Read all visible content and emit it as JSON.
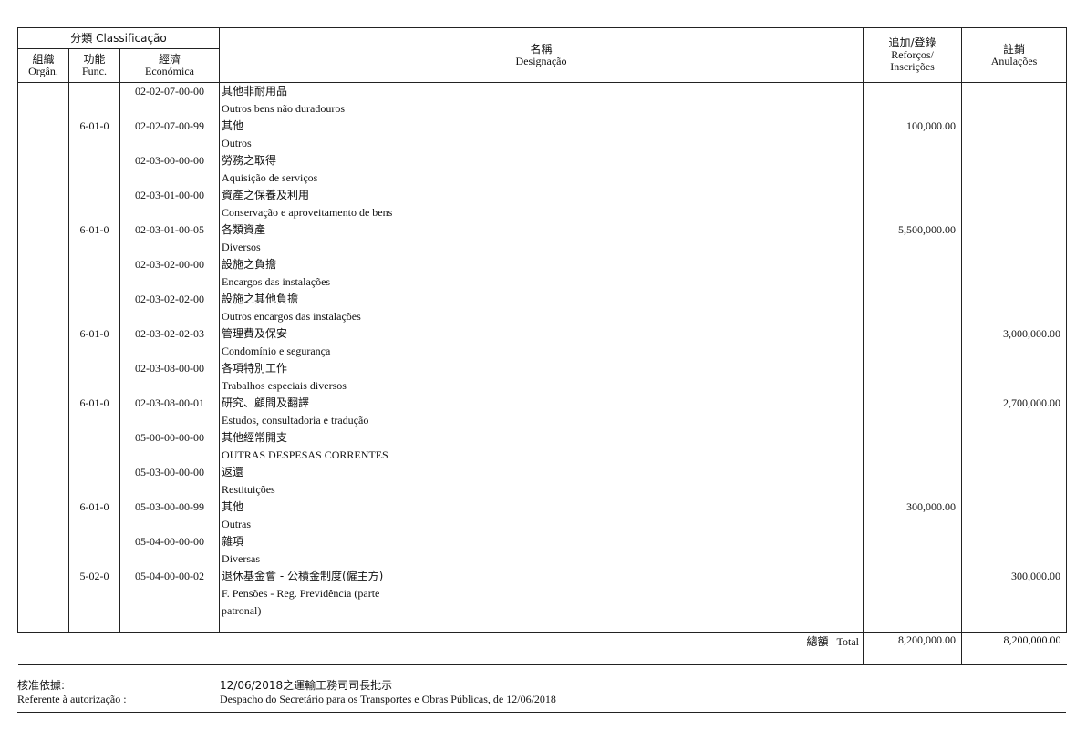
{
  "header": {
    "classification": "分類 Classificação",
    "organ_zh": "組織",
    "organ_pt": "Orgân.",
    "func_zh": "功能",
    "func_pt": "Func.",
    "econ_zh": "經濟",
    "econ_pt": "Económica",
    "desig_zh": "名稱",
    "desig_pt": "Designação",
    "reinf_zh": "追加/登錄",
    "reinf_pt1": "Reforços/",
    "reinf_pt2": "Inscrições",
    "annul_zh": "註銷",
    "annul_pt": "Anulações"
  },
  "rows": [
    {
      "func": "",
      "code": "02-02-07-00-00",
      "zh": "其他非耐用品",
      "pt": "Outros bens não duradouros",
      "reinf": "",
      "annul": ""
    },
    {
      "func": "6-01-0",
      "code": "02-02-07-00-99",
      "zh": "其他",
      "pt": "Outros",
      "reinf": "100,000.00",
      "annul": ""
    },
    {
      "func": "",
      "code": "02-03-00-00-00",
      "zh": "勞務之取得",
      "pt": "Aquisição de serviços",
      "reinf": "",
      "annul": ""
    },
    {
      "func": "",
      "code": "02-03-01-00-00",
      "zh": "資產之保養及利用",
      "pt": "Conservação e aproveitamento de bens",
      "reinf": "",
      "annul": ""
    },
    {
      "func": "6-01-0",
      "code": "02-03-01-00-05",
      "zh": "各類資產",
      "pt": "Diversos",
      "reinf": "5,500,000.00",
      "annul": ""
    },
    {
      "func": "",
      "code": "02-03-02-00-00",
      "zh": "設施之負擔",
      "pt": "Encargos das instalações",
      "reinf": "",
      "annul": ""
    },
    {
      "func": "",
      "code": "02-03-02-02-00",
      "zh": "設施之其他負擔",
      "pt": "Outros encargos das instalações",
      "reinf": "",
      "annul": ""
    },
    {
      "func": "6-01-0",
      "code": "02-03-02-02-03",
      "zh": "管理費及保安",
      "pt": "Condomínio e segurança",
      "reinf": "",
      "annul": "3,000,000.00"
    },
    {
      "func": "",
      "code": "02-03-08-00-00",
      "zh": "各項特別工作",
      "pt": "Trabalhos especiais diversos",
      "reinf": "",
      "annul": ""
    },
    {
      "func": "6-01-0",
      "code": "02-03-08-00-01",
      "zh": "研究、顧問及翻譯",
      "pt": "Estudos, consultadoria e tradução",
      "reinf": "",
      "annul": "2,700,000.00"
    },
    {
      "func": "",
      "code": "05-00-00-00-00",
      "zh": "其他經常開支",
      "pt": "OUTRAS DESPESAS CORRENTES",
      "reinf": "",
      "annul": ""
    },
    {
      "func": "",
      "code": "05-03-00-00-00",
      "zh": "返還",
      "pt": "Restituições",
      "reinf": "",
      "annul": ""
    },
    {
      "func": "6-01-0",
      "code": "05-03-00-00-99",
      "zh": "其他",
      "pt": "Outras",
      "reinf": "300,000.00",
      "annul": ""
    },
    {
      "func": "",
      "code": "05-04-00-00-00",
      "zh": "雜項",
      "pt": "Diversas",
      "reinf": "",
      "annul": ""
    },
    {
      "func": "5-02-0",
      "code": "05-04-00-00-02",
      "zh": "退休基金會 - 公積金制度(僱主方)",
      "pt": "F. Pensões - Reg. Previdência (parte",
      "pt2": "patronal)",
      "reinf": "",
      "annul": "300,000.00"
    }
  ],
  "total": {
    "label_zh": "總額",
    "label_pt": "Total",
    "reinf": "8,200,000.00",
    "annul": "8,200,000.00"
  },
  "footer": {
    "ref_zh": "核准依據:",
    "ref_pt": "Referente à autorização :",
    "desc_zh": "12/06/2018之運輸工務司司長批示",
    "desc_pt": "Despacho do Secretário para os Transportes e Obras Públicas, de 12/06/2018"
  }
}
